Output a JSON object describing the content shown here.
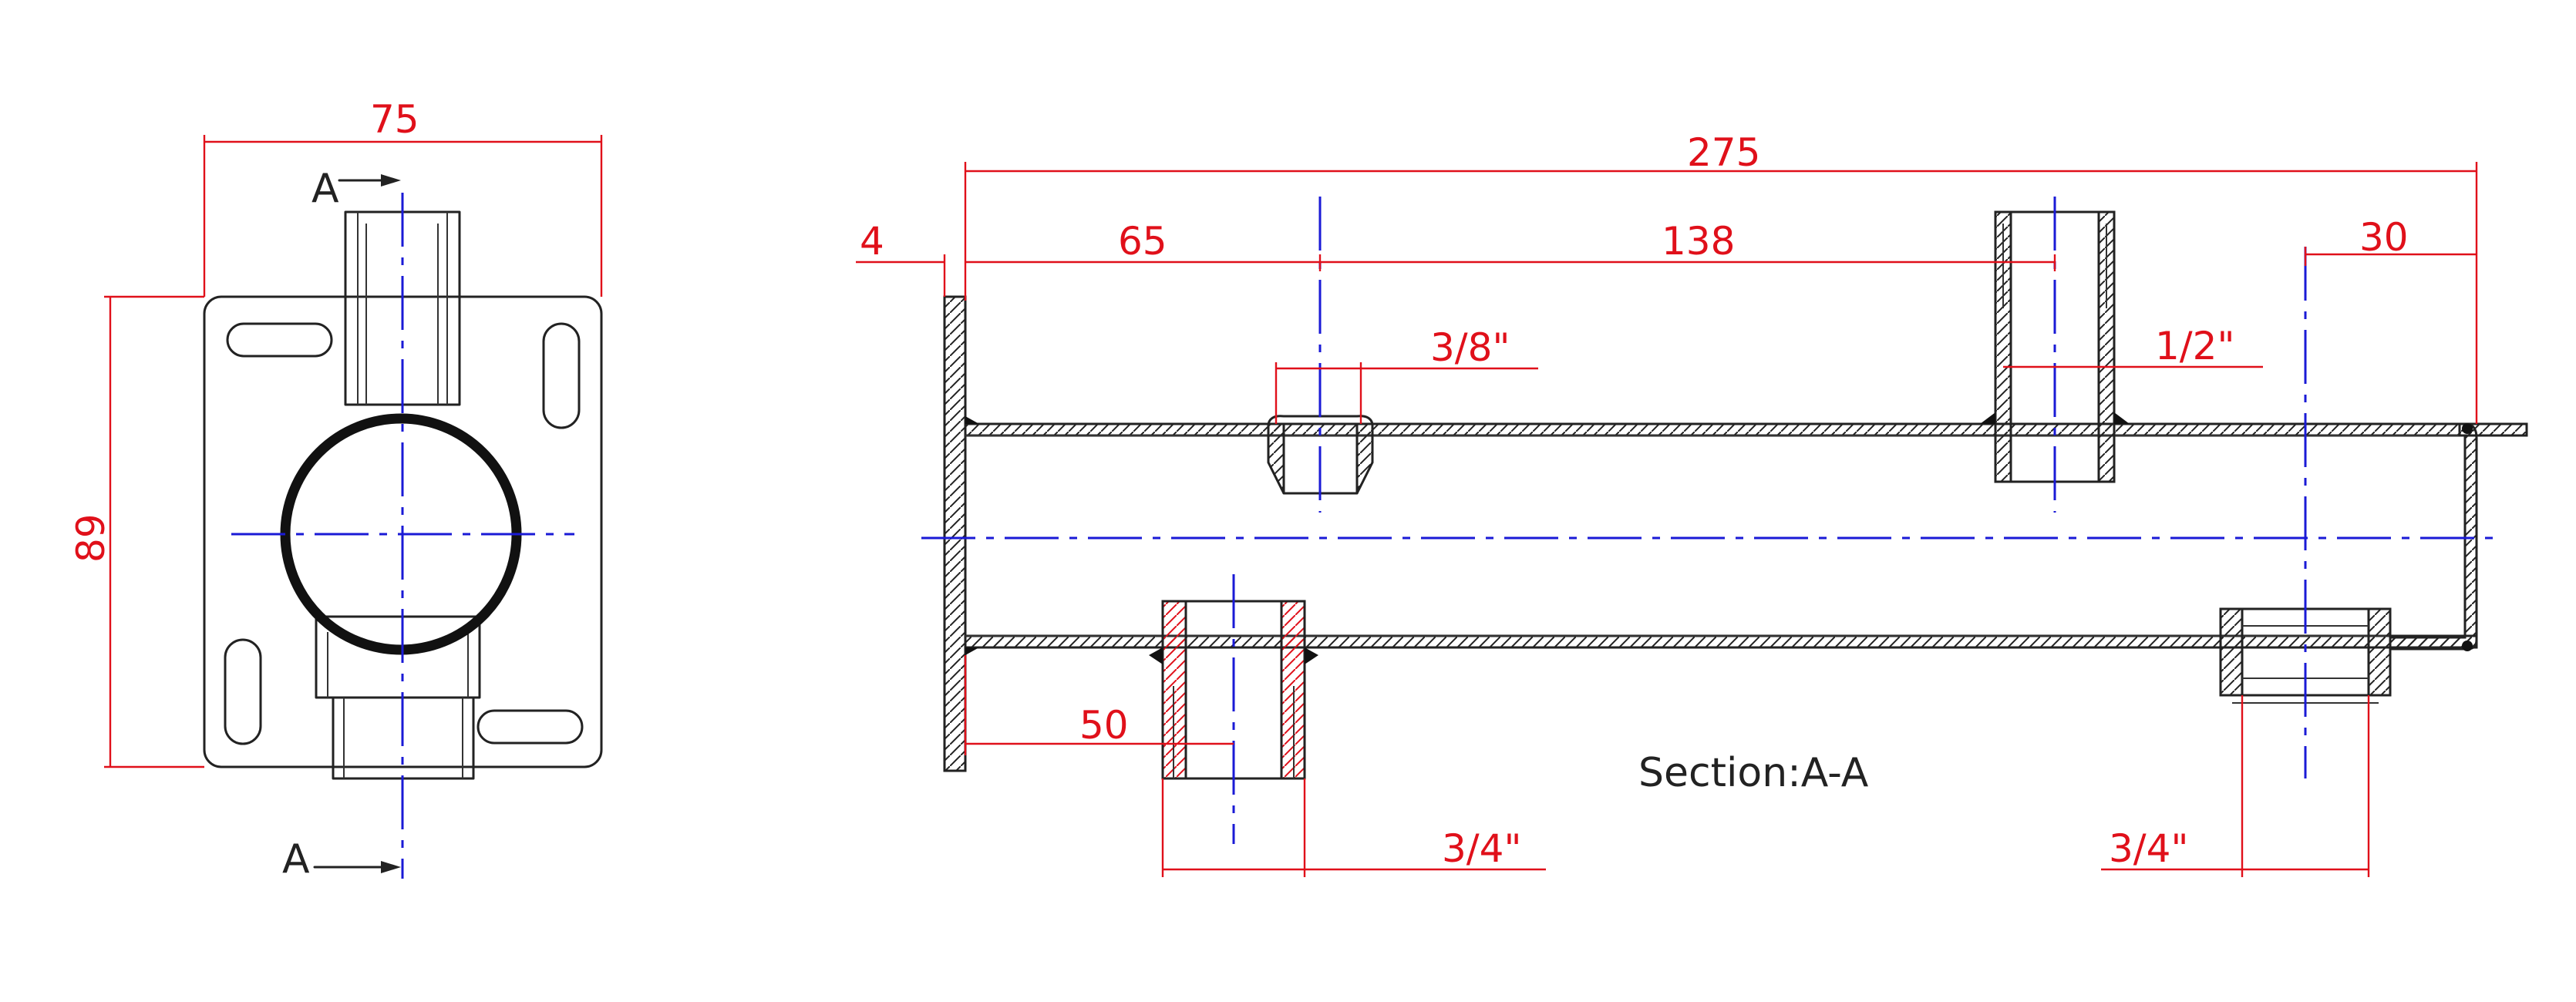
{
  "drawing": {
    "dims": {
      "plate_width": "75",
      "plate_height": "89",
      "overall_length": "275",
      "flange_thickness": "4",
      "first_port_offset": "65",
      "port_spacing": "138",
      "end_offset": "30",
      "bottom_port_offset": "50",
      "port_3_8": "3/8\"",
      "port_1_2": "1/2\"",
      "port_3_4_left": "3/4\"",
      "port_3_4_right": "3/4\""
    },
    "section_marker_top": "A",
    "section_marker_bottom": "A",
    "section_title": "Section:A-A",
    "colors": {
      "dimension": "#e0101a",
      "centerline": "#1a1ad6",
      "object": "#222222"
    }
  }
}
